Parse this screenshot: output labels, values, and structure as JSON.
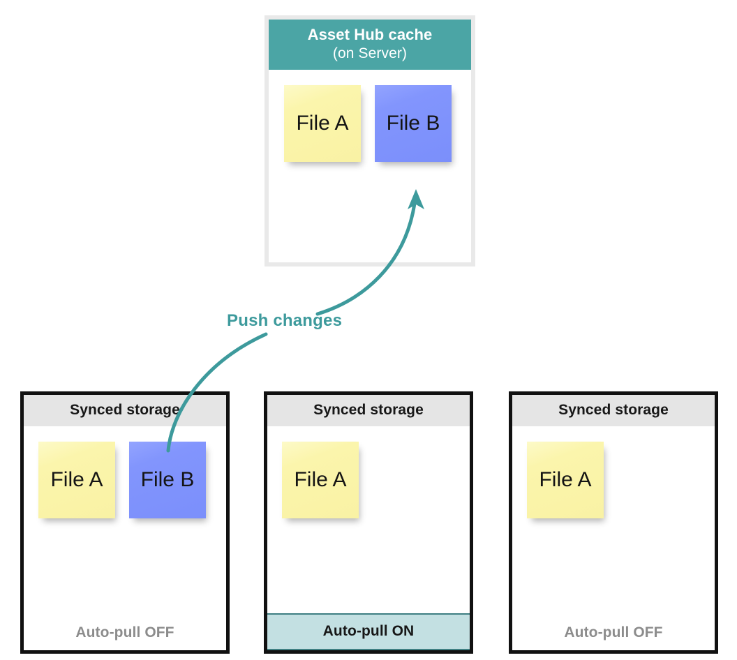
{
  "diagram": {
    "title_visible": false,
    "colors": {
      "teal_header": "#4ba5a5",
      "teal_accent": "#3d9a9c",
      "note_yellow": "#fbf5ac",
      "note_blue": "#8295fd",
      "panel_border": "#111111",
      "hub_border": "#e9e9e9",
      "header_gray": "#e5e5e5",
      "auto_pull_on_bg": "#c3e0e2",
      "auto_pull_off_text": "#8c8c8c"
    }
  },
  "hub": {
    "title": "Asset Hub cache",
    "subtitle": "(on Server)",
    "notes": [
      {
        "label": "File A",
        "color": "yellow"
      },
      {
        "label": "File B",
        "color": "blue"
      }
    ]
  },
  "arrow": {
    "label": "Push changes",
    "direction": "up",
    "from": "synced-storage-1",
    "to": "asset-hub-cache"
  },
  "stores": [
    {
      "header": "Synced storage",
      "notes": [
        {
          "label": "File A",
          "color": "yellow"
        },
        {
          "label": "File B",
          "color": "blue"
        }
      ],
      "footer": "Auto-pull OFF",
      "auto_pull": "off"
    },
    {
      "header": "Synced storage",
      "notes": [
        {
          "label": "File A",
          "color": "yellow"
        }
      ],
      "footer": "Auto-pull ON",
      "auto_pull": "on"
    },
    {
      "header": "Synced storage",
      "notes": [
        {
          "label": "File A",
          "color": "yellow"
        }
      ],
      "footer": "Auto-pull OFF",
      "auto_pull": "off"
    }
  ]
}
